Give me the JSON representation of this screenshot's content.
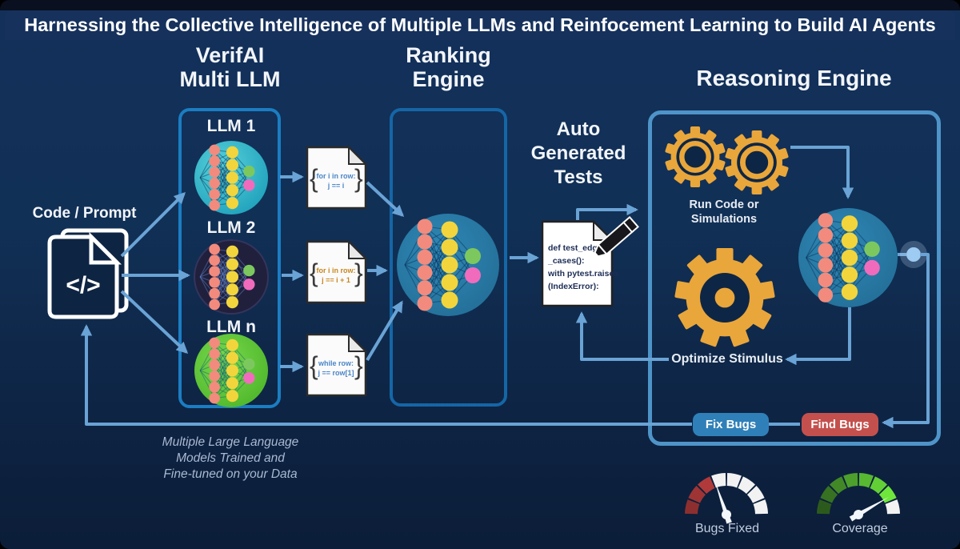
{
  "title": "Harnessing the Collective Intelligence of Multiple LLMs and Reinfocement Learning to Build AI Agents",
  "verifai": {
    "heading": [
      "VerifAI",
      "Multi LLM"
    ],
    "llm_labels": [
      "LLM 1",
      "LLM 2",
      "LLM n"
    ],
    "caption": [
      "Multiple Large Language",
      "Models Trained and",
      "Fine-tuned on your Data"
    ]
  },
  "code_prompt": {
    "label": "Code / Prompt",
    "glyph": "</>"
  },
  "braces": {
    "open": "{",
    "close": "}"
  },
  "code_docs": [
    {
      "lines": [
        "for i in row:",
        "j == i"
      ],
      "text_color": "#4a86c8"
    },
    {
      "lines": [
        "for i in row:",
        "j == i + 1"
      ],
      "text_color": "#c8871f"
    },
    {
      "lines": [
        "while row:",
        "j == row[1]"
      ],
      "text_color": "#4a86c8"
    }
  ],
  "ranking": {
    "heading": [
      "Ranking",
      "Engine"
    ]
  },
  "auto_tests": {
    "heading": [
      "Auto",
      "Generated",
      "Tests"
    ],
    "doc_lines": [
      "def test_edge",
      "_cases():",
      "with pytest.raises",
      "(IndexError):"
    ]
  },
  "reasoning": {
    "heading": "Reasoning Engine",
    "run_code_label": [
      "Run Code or",
      "Simulations"
    ],
    "optimize_label": "Optimize Stimulus",
    "fix_bugs_label": "Fix Bugs",
    "find_bugs_label": "Find Bugs"
  },
  "gauges": [
    {
      "label": "Bugs Fixed",
      "needle_angle_deg": 109,
      "segment_colors": [
        "#8e2f2f",
        "#9f3434",
        "#b03a3a",
        "#f2f2f2",
        "#f2f2f2",
        "#f2f2f2",
        "#f2f2f2",
        "#f2f2f2"
      ]
    },
    {
      "label": "Coverage",
      "needle_angle_deg": 30,
      "segment_colors": [
        "#2c5a1d",
        "#377122",
        "#428827",
        "#4da02c",
        "#58b831",
        "#63cf36",
        "#6ee63b",
        "#f2f2f2"
      ]
    }
  ],
  "palette": {
    "background": "#0f2748",
    "title_bar": "#16315c",
    "arrow": "#6aa3d5",
    "verifai_box_border": "#1b7dc2",
    "ranking_box_border": "#1566a6",
    "reasoning_box_border": "#4e94c8",
    "llm1_circle": "#2eb3c6",
    "llm2_circle": "#20203d",
    "llmn_circle": "#5ec93a",
    "engine_circle": "#2878a3",
    "dot_salmon": "#f28b7d",
    "dot_yellow": "#f2d53c",
    "dot_green": "#7dc85e",
    "dot_pink": "#f16bbd",
    "gear": "#e9a63a",
    "fix_bugs_bg": "#2f80b8",
    "find_bugs_bg": "#c4504d"
  }
}
